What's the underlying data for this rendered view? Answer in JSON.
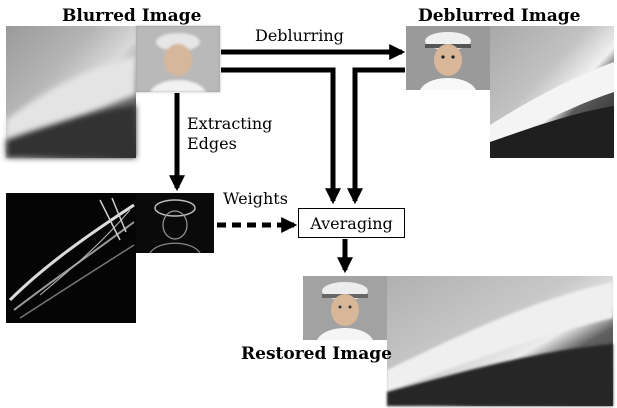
{
  "titles": {
    "blurred": "Blurred Image",
    "deblurred": "Deblurred Image",
    "restored": "Restored Image"
  },
  "edges": {
    "deblurring": "Deblurring",
    "extracting_line1": "Extracting",
    "extracting_line2": "Edges",
    "weights": "Weights"
  },
  "nodes": {
    "averaging": "Averaging"
  }
}
